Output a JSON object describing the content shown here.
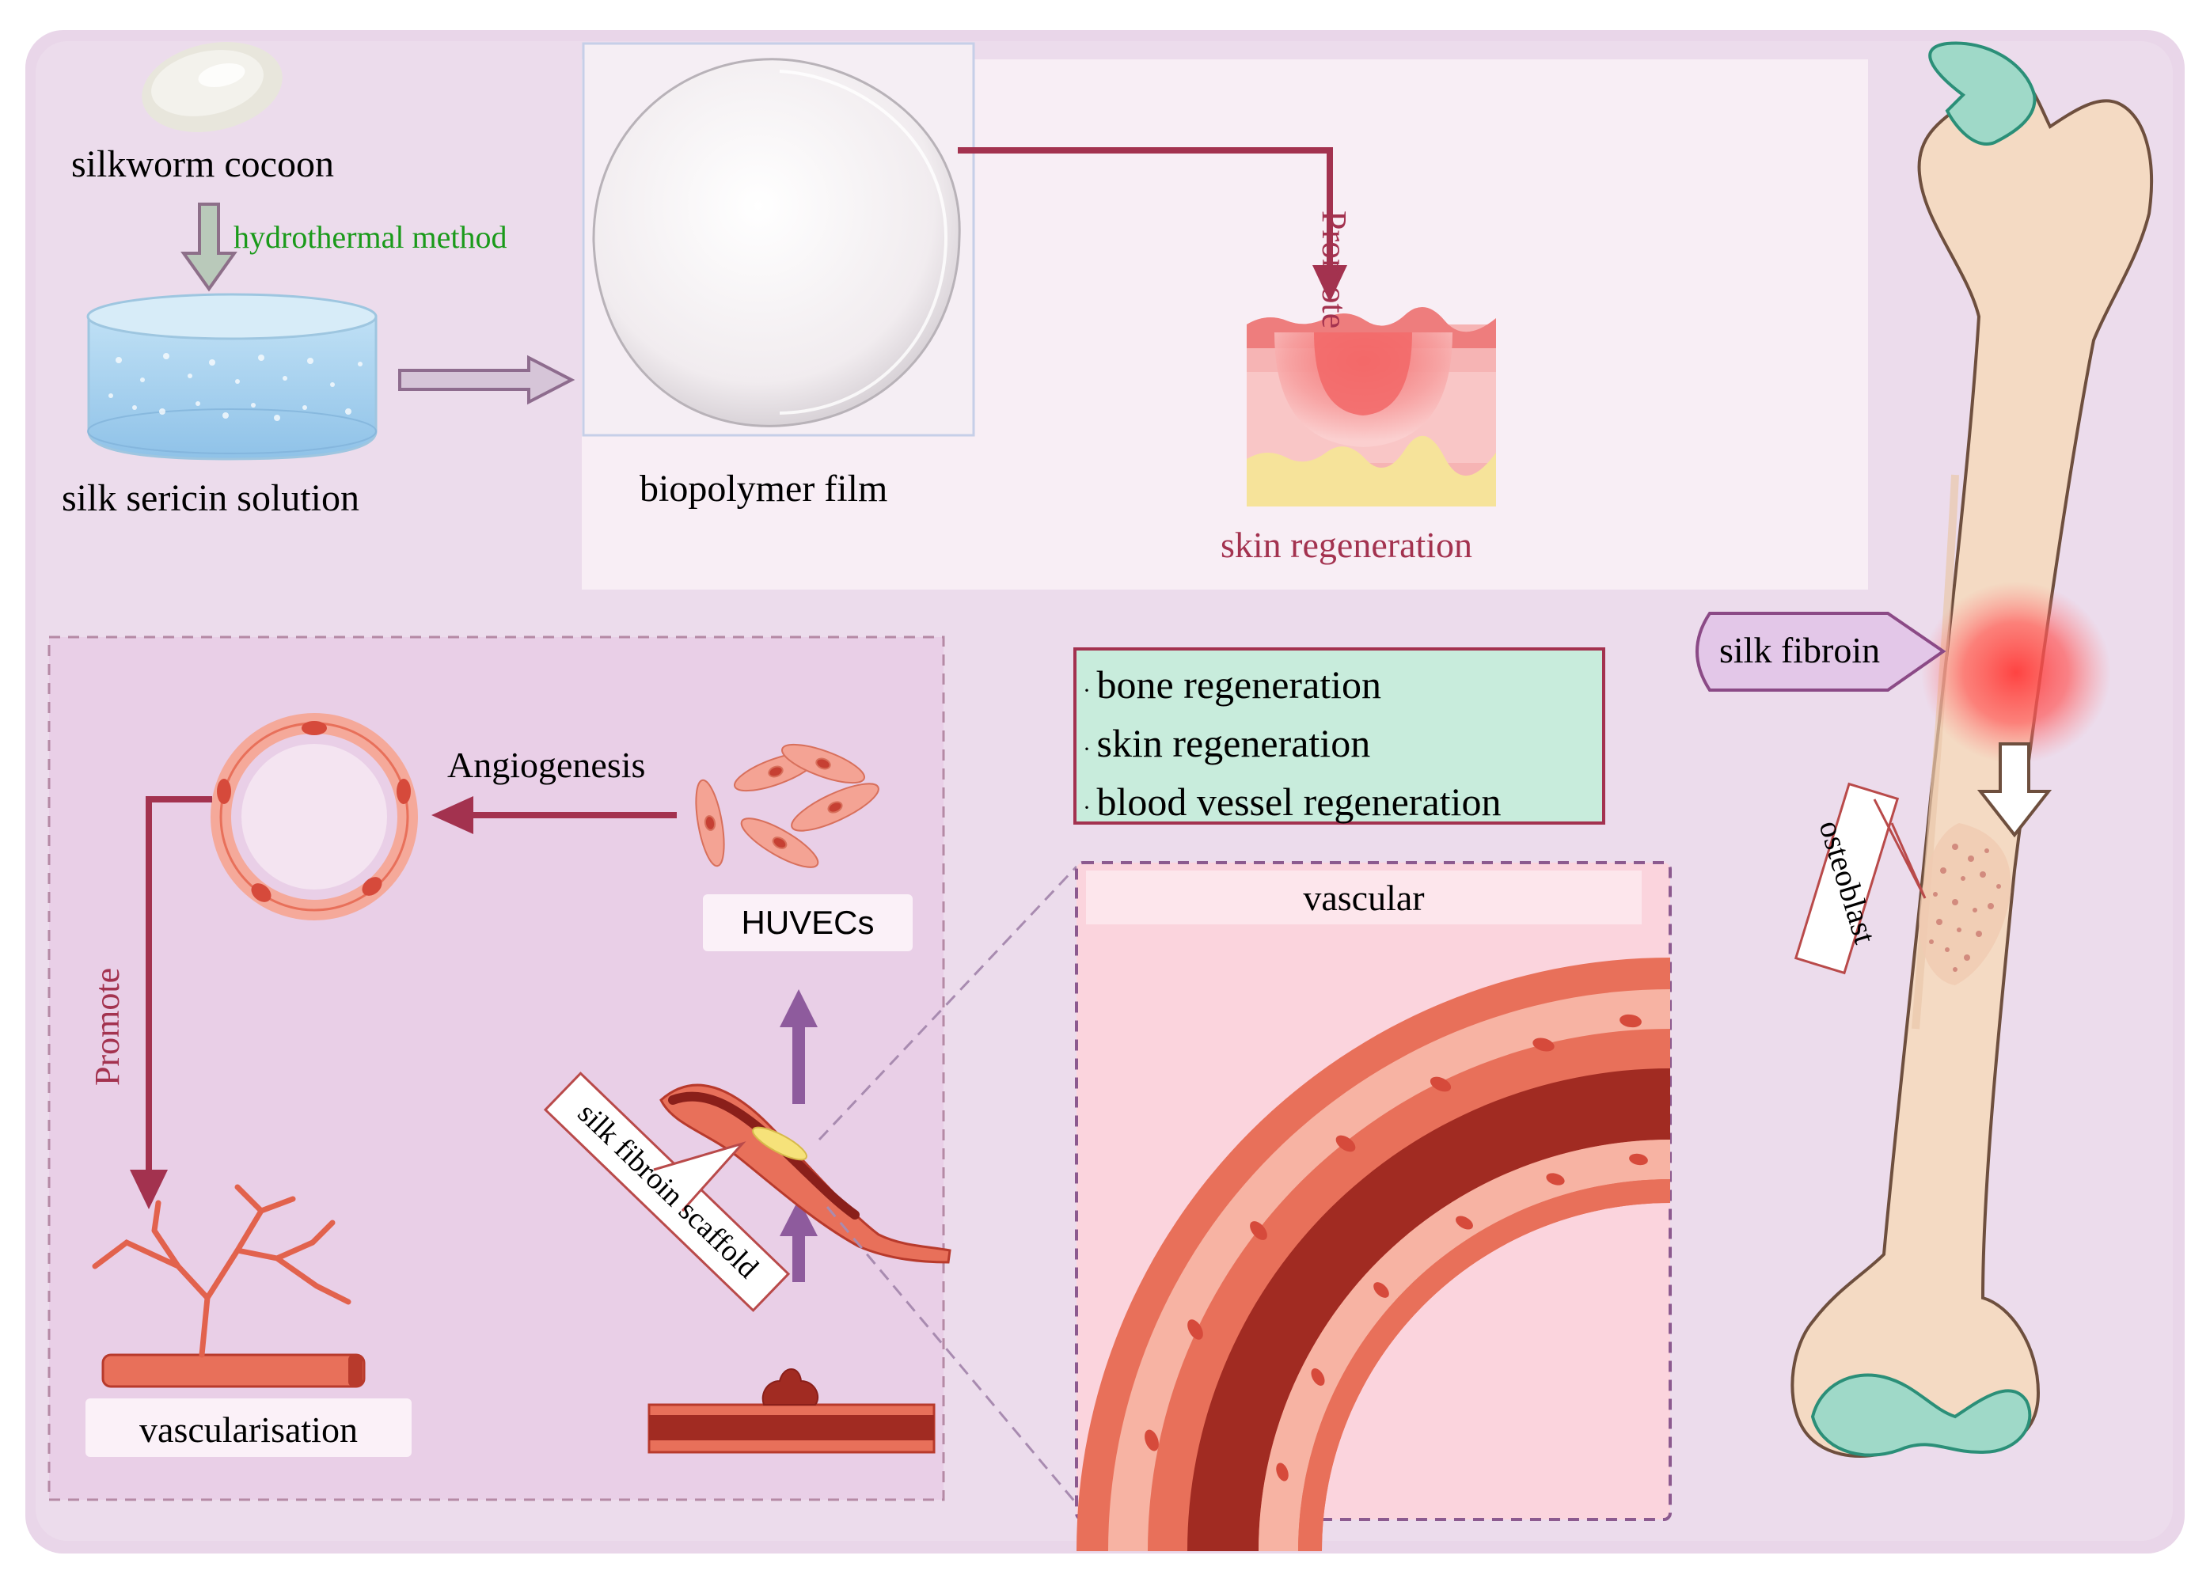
{
  "labels": {
    "silkworm_cocoon": "silkworm cocoon",
    "hydrothermal_method": "hydrothermal method",
    "silk_sericin_solution": "silk sericin solution",
    "biopolymer_film": "biopolymer film",
    "promote_top": "Promote",
    "skin_regeneration": "skin regeneration",
    "silk_fibroin": "silk fibroin",
    "osteoblast": "osteoblast",
    "angiogenesis": "Angiogenesis",
    "huvecs": "HUVECs",
    "promote_left": "Promote",
    "vascularisation": "vascularisation",
    "silk_fibroin_scaffold": "silk fibroin scaffold",
    "vascular": "vascular"
  },
  "applications": [
    "bone regeneration",
    "skin regeneration",
    "blood vessel regeneration"
  ],
  "colors": {
    "frame": "#e6d3e6",
    "panel": "#f7ecf4",
    "lower_panel": "#ead0e8",
    "arrow_maroon": "#a3324f",
    "arrow_purple": "#8e5b9d",
    "hydrothermal_text": "#1a9a1a",
    "teal_box": "#c8ecdc",
    "bone": "#f3d9c1",
    "cartilage": "#9fd9c8",
    "vessel_red": "#e8705a",
    "vessel_dark": "#a12b22"
  }
}
